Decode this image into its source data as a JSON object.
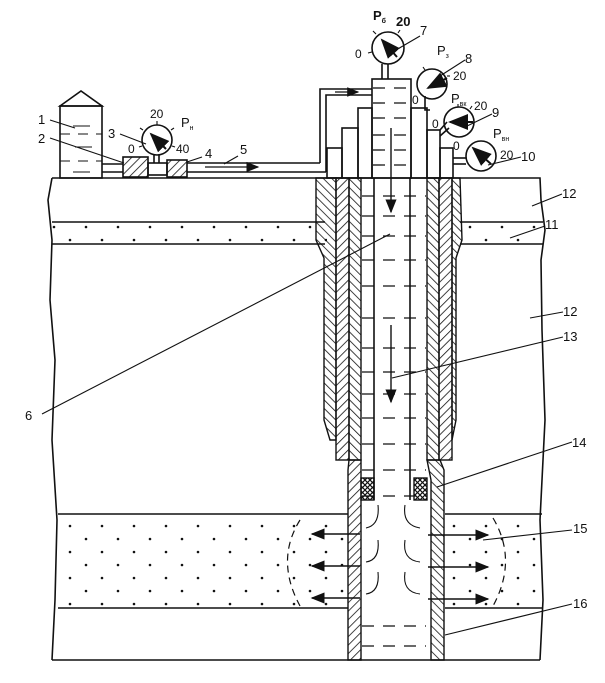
{
  "diagram": {
    "labels": [
      "1",
      "2",
      "3",
      "4",
      "5",
      "6",
      "7",
      "8",
      "9",
      "10",
      "11",
      "12",
      "12",
      "13",
      "14",
      "15",
      "16"
    ],
    "gauges": {
      "pn": {
        "symbol": "P",
        "subscript": "н",
        "scale_min": "0",
        "scale_mid": "20",
        "scale_max": "40"
      },
      "pb": {
        "symbol": "P",
        "subscript": "б",
        "scale_min": "0",
        "scale_max": "20"
      },
      "pz": {
        "symbol": "P",
        "subscript": "з",
        "scale_min": "0",
        "scale_max": "20"
      },
      "pvk": {
        "symbol": "P",
        "subscript": "вк",
        "scale_min": "0",
        "scale_max": "20"
      },
      "pvn": {
        "symbol": "P",
        "subscript": "вн",
        "scale_min": "0",
        "scale_max": "20"
      }
    }
  },
  "colors": {
    "ink": "#111111",
    "paper": "#ffffff"
  }
}
